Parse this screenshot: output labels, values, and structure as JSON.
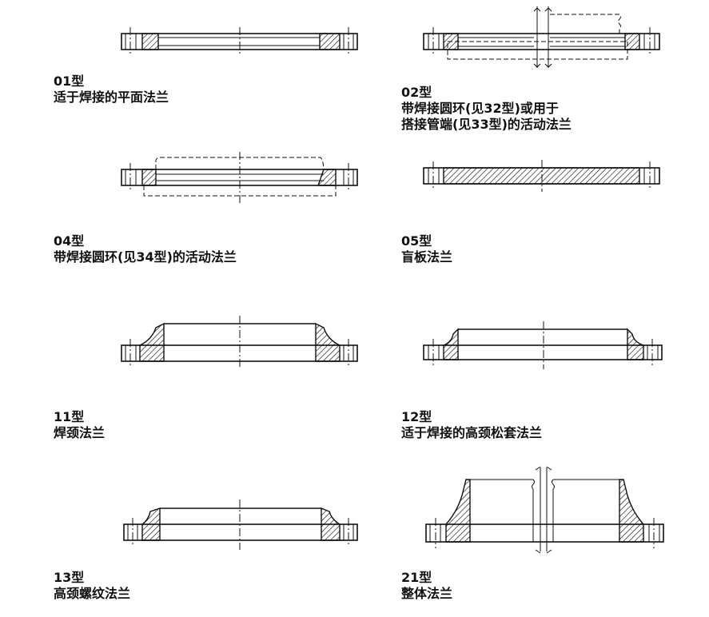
{
  "flanges": [
    {
      "type": "01型",
      "desc": [
        "适于焊接的平面法兰"
      ]
    },
    {
      "type": "02型",
      "desc": [
        "带焊接圆环(见32型)或用于",
        "搭接管端(见33型)的活动法兰"
      ]
    },
    {
      "type": "04型",
      "desc": [
        "带焊接圆环(见34型)的活动法兰"
      ]
    },
    {
      "type": "05型",
      "desc": [
        "盲板法兰"
      ]
    },
    {
      "type": "11型",
      "desc": [
        "焊颈法兰"
      ]
    },
    {
      "type": "12型",
      "desc": [
        "适于焊接的高颈松套法兰"
      ]
    },
    {
      "type": "13型",
      "desc": [
        "高颈螺纹法兰"
      ]
    },
    {
      "type": "21型",
      "desc": [
        "整体法兰"
      ]
    }
  ]
}
